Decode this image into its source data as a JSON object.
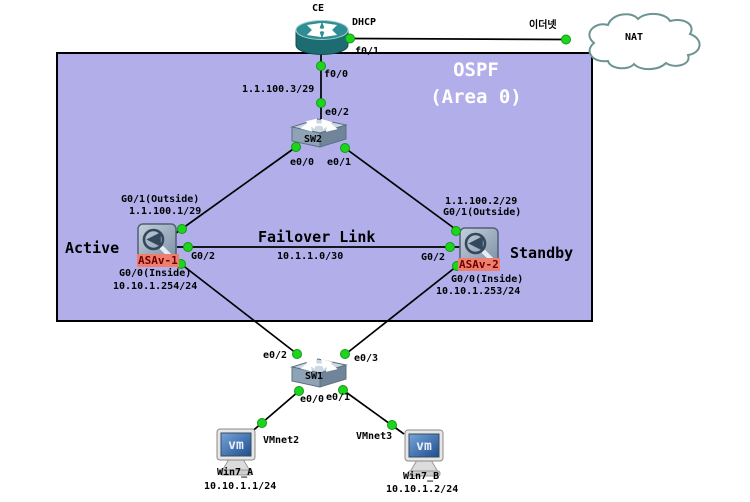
{
  "colors": {
    "canvas_bg": "#ffffff",
    "area_fill": "#b1aeea",
    "area_border": "#000000",
    "area_text": "#ffffff",
    "label_text": "#000000",
    "link": "#000000",
    "dot_fill": "#1fd41f",
    "dot_stroke": "#0e9c0e",
    "asa_badge_bg": "#ee7e6d",
    "asa_badge_text": "#6e0000",
    "cloud_stroke": "#6e9393"
  },
  "area": {
    "title_line1": "OSPF",
    "title_line2": "(Area 0)"
  },
  "nodes": {
    "ce": {
      "name": "CE"
    },
    "nat": {
      "name": "NAT"
    },
    "sw2": {
      "name": "SW2"
    },
    "asav1": {
      "name": "ASAv-1",
      "role": "Active"
    },
    "asav2": {
      "name": "ASAv-2",
      "role": "Standby"
    },
    "sw1": {
      "name": "SW1"
    },
    "win7a": {
      "name": "Win7_A",
      "ip": "10.10.1.1/24",
      "vm_logo": "vm"
    },
    "win7b": {
      "name": "Win7_B",
      "ip": "10.10.1.2/24",
      "vm_logo": "vm"
    }
  },
  "labels": {
    "dhcp": "DHCP",
    "ethernet": "이더넷",
    "ce_f01": "f0/1",
    "ce_f00": "f0/0",
    "sw2_uplink_ip": "1.1.100.3/29",
    "sw2_e02": "e0/2",
    "sw2_e00": "e0/0",
    "sw2_e01": "e0/1",
    "asa1_outside_port": "G0/1(Outside)",
    "asa1_outside_ip": "1.1.100.1/29",
    "asa1_g02": "G0/2",
    "asa1_inside_port": "G0/0(Inside)",
    "asa1_inside_ip": "10.10.1.254/24",
    "asa2_outside_ip": "1.1.100.2/29",
    "asa2_outside_port": "G0/1(Outside)",
    "asa2_g02": "G0/2",
    "asa2_inside_port": "G0/0(Inside)",
    "asa2_inside_ip": "10.10.1.253/24",
    "failover_title": "Failover Link",
    "failover_subnet": "10.1.1.0/30",
    "sw1_e02": "e0/2",
    "sw1_e03": "e0/3",
    "sw1_e00": "e0/0",
    "sw1_e01": "e0/1",
    "vmnet2": "VMnet2",
    "vmnet3": "VMnet3"
  }
}
